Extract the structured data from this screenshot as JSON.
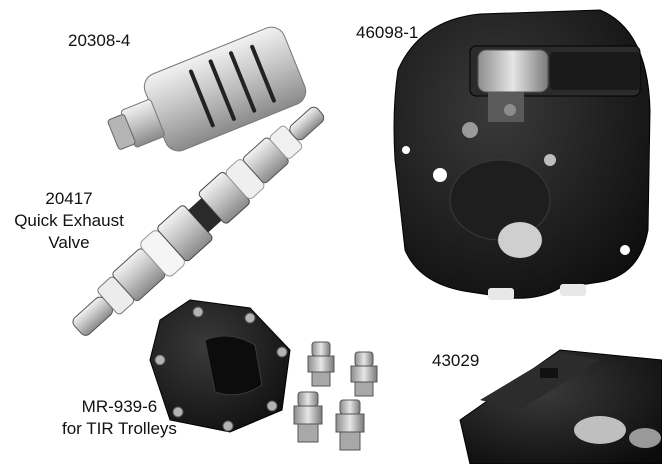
{
  "parts": {
    "muffler": {
      "number": "20308-4"
    },
    "pump": {
      "number": "46098-1"
    },
    "valve": {
      "number": "20417",
      "line2": "Quick Exhaust",
      "line3": "Valve"
    },
    "mr939": {
      "number": "MR-939-6",
      "line2": "for TIR Trolleys"
    },
    "block": {
      "number": "43029"
    }
  },
  "colors": {
    "metal": "#c9c9c9",
    "dark_part": "#161616",
    "background": "#ffffff"
  }
}
